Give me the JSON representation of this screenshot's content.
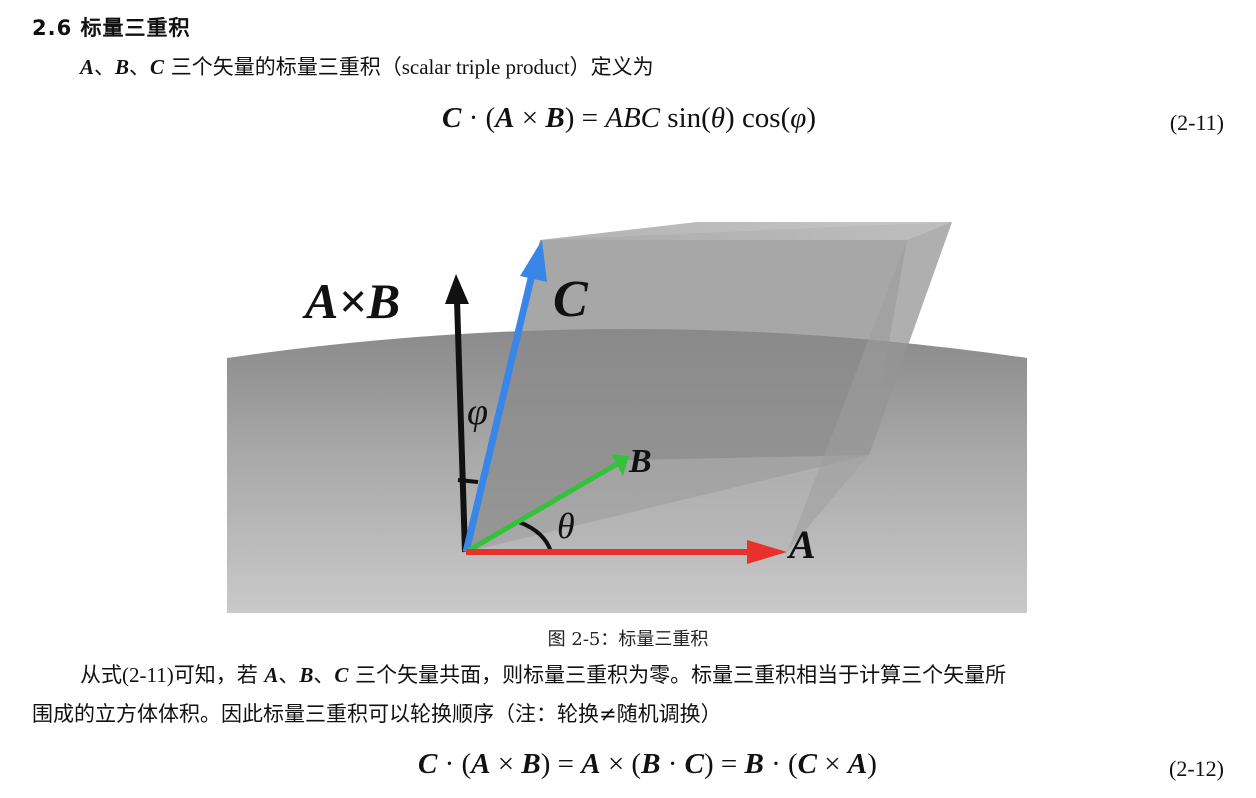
{
  "section": {
    "number": "2.6",
    "title": "标量三重积"
  },
  "intro": {
    "vec_a": "A",
    "sep1": "、",
    "vec_b": "B",
    "sep2": "、",
    "vec_c": "C",
    "text_before": " 三个矢量的标量三重积（",
    "english_term": "scalar triple product",
    "text_after": "）定义为"
  },
  "equation_1": {
    "lhs_c": "C",
    "lhs_dot": " · (",
    "lhs_a": "A",
    "lhs_cross": " × ",
    "lhs_b": "B",
    "lhs_close": ")",
    "equals": " = ",
    "rhs_abc": "ABC",
    "rhs_sin": " sin(",
    "rhs_theta": "θ",
    "rhs_cos": ") cos(",
    "rhs_phi": "φ",
    "rhs_close": ")",
    "number": "(2-11)"
  },
  "figure": {
    "label_axb": "A×B",
    "label_c": "C",
    "label_b": "B",
    "label_a": "A",
    "label_phi": "φ",
    "label_theta": "θ",
    "colors": {
      "vector_a": "#e8302c",
      "vector_b": "#33c23a",
      "vector_c": "#3a86e8",
      "vector_axb": "#111111"
    },
    "caption": "图 2-5：标量三重积"
  },
  "paragraph_2": {
    "line1_start": "从式",
    "eq_ref": "(2-11)",
    "line1_mid": "可知，若 ",
    "vec_a": "A",
    "sep1": "、",
    "vec_b": "B",
    "sep2": "、",
    "vec_c": "C",
    "line1_end": " 三个矢量共面，则标量三重积为零。标量三重积相当于计算三个矢量所",
    "line2": "围成的立方体体积。因此标量三重积可以轮换顺序（注：轮换≠随机调换）"
  },
  "equation_2": {
    "c1": "C",
    "p1": " · (",
    "a1": "A",
    "x1": " × ",
    "b1": "B",
    "p2": ") = ",
    "a2": "A",
    "x2": " × (",
    "b2": "B",
    "d2": " · ",
    "c2": "C",
    "p3": ") = ",
    "b3": "B",
    "d3": " · (",
    "c3": "C",
    "x3": " × ",
    "a3": "A",
    "p4": ")",
    "number": "(2-12)"
  }
}
